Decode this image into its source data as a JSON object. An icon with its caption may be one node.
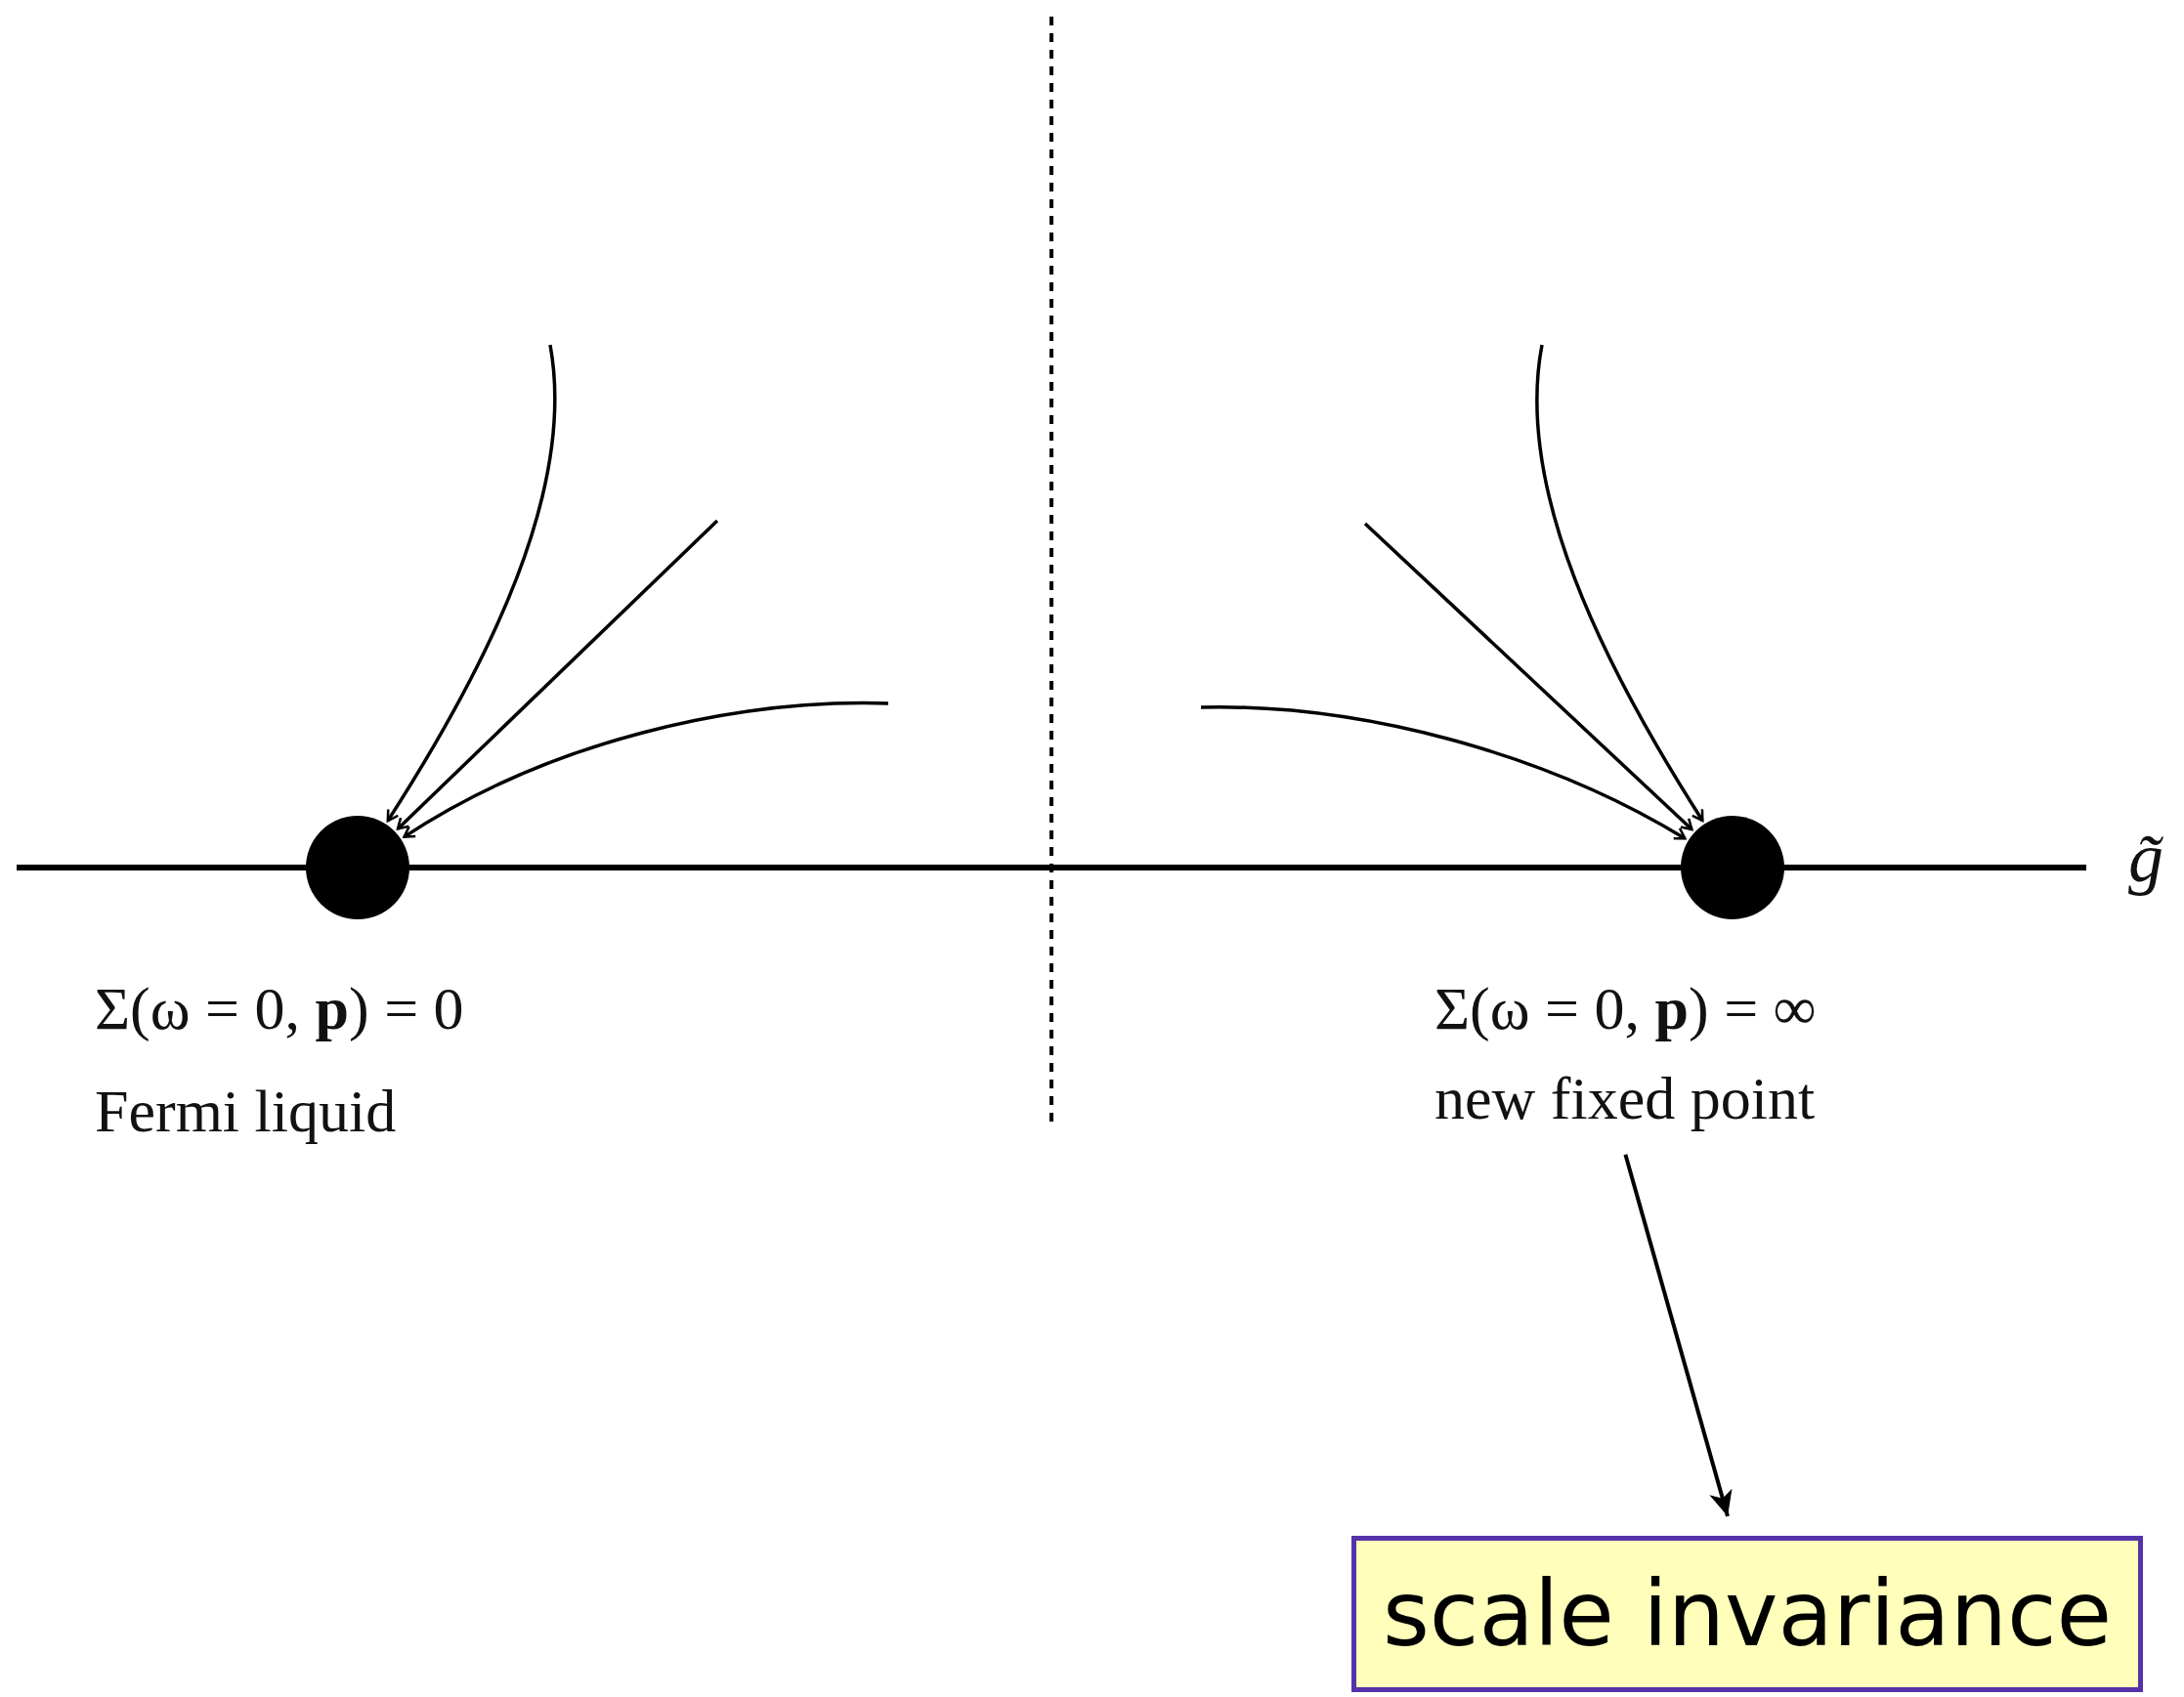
{
  "diagram": {
    "nodes": [
      {
        "text": [],
        "shape": "circle",
        "beside": [
          "Σ(ω = 0, **p**) = 0",
          "Fermi liquid"
        ]
      },
      {
        "text": [],
        "shape": "circle"
      },
      {
        "text": [
          "Σ(ω = 0, **p**) = ∞",
          "new fixed point"
        ]
      },
      {
        "text": [
          "scale invariance"
        ]
      }
    ],
    "edges": [
      {
        "from": null,
        "to": 0,
        "arrow": "to"
      },
      {
        "from": null,
        "to": 0,
        "arrow": "to"
      },
      {
        "from": null,
        "to": 0,
        "arrow": "to"
      },
      {
        "from": null,
        "to": 1,
        "arrow": "to"
      },
      {
        "from": null,
        "to": 1,
        "arrow": "to"
      },
      {
        "from": null,
        "to": 1,
        "arrow": "to"
      },
      {
        "from": 2,
        "to": 3,
        "arrow": "to"
      }
    ],
    "labels": [
      "g̃"
    ]
  }
}
